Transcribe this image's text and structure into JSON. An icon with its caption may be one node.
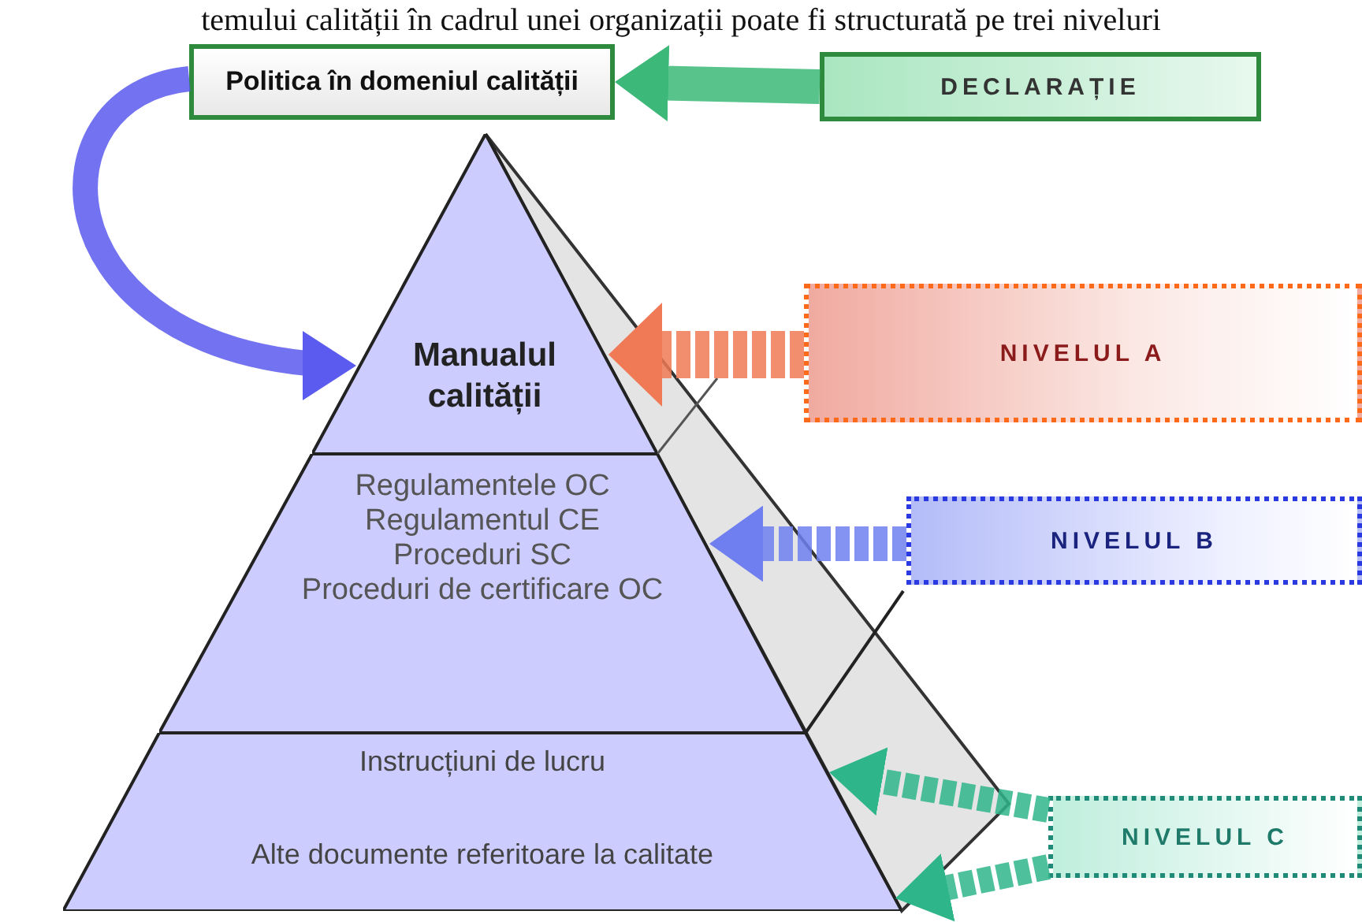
{
  "diagram": {
    "nodes": [
      {
        "text": [
          "Politica în domeniul calității"
        ]
      },
      {
        "text": [
          "DECLARAȚIE"
        ]
      },
      {
        "text": [
          "Manualul calității"
        ]
      },
      {
        "text": [
          "Regulamentele OC",
          "Regulamentul CE",
          "Proceduri SC",
          "Proceduri de certificare OC"
        ]
      },
      {
        "text": [
          "Instrucțiuni de lucru",
          "Alte documente referitoare la calitate"
        ]
      },
      {
        "text": [
          "NIVELUL A"
        ]
      },
      {
        "text": [
          "NIVELUL B"
        ]
      },
      {
        "text": [
          "NIVELUL C"
        ]
      }
    ],
    "edges": [
      {
        "from": 0,
        "to": 2,
        "arrow": "to",
        "color": "#5b5bf0"
      },
      {
        "from": 1,
        "to": 0,
        "arrow": "to",
        "color": "#3cb878"
      },
      {
        "from": 5,
        "to": 2,
        "arrow": "to",
        "style": "dashed",
        "color": "#f07a55"
      },
      {
        "from": 6,
        "to": 3,
        "arrow": "to",
        "style": "dashed",
        "color": "#6f7ff0"
      },
      {
        "from": 7,
        "to": 4,
        "arrow": "to",
        "style": "dashed",
        "color": "#2fb58a"
      },
      {
        "from": 7,
        "to": 4,
        "arrow": "to",
        "style": "dashed",
        "color": "#2fb58a"
      }
    ],
    "labels": [
      "temului calității în cadrul unei organizații poate fi structurată pe trei niveluri"
    ]
  }
}
